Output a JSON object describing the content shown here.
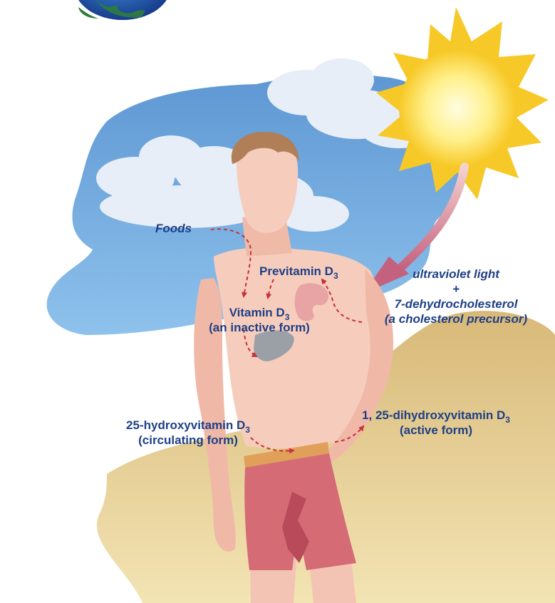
{
  "labels": {
    "foods": "Foods",
    "previtamin": "Previtamin D",
    "previtamin_sub": "3",
    "vitamin_d3_line1": "Vitamin D",
    "vitamin_d3_line1_sub": "3",
    "vitamin_d3_line2": "(an inactive form)",
    "uv_line1": "ultraviolet light",
    "uv_plus": "+",
    "uv_line2": "7-dehydrocholesterol",
    "uv_line3": "(a cholesterol precursor)",
    "hydroxy_line1": "25-hydroxyvitamin D",
    "hydroxy_line1_sub": "3",
    "hydroxy_line2": "(circulating form)",
    "dihydroxy_line1": "1, 25-dihydroxyvitamin D",
    "dihydroxy_line1_sub": "3",
    "dihydroxy_line2": "(active form)"
  },
  "colors": {
    "label_text": "#1f3f86",
    "arrow_dashed": "#c8303a",
    "sky": "#74a6da",
    "cloud": "#e7eef7",
    "sand": "#e7cf8e",
    "skin": "#f3c4b4",
    "hair": "#b07f58",
    "shorts": "#d46b75",
    "waistband": "#e0a05a",
    "liver": "#9aa0a6",
    "kidney": "#e8a4a4",
    "sun": "#fbd43a",
    "uv_arrow": "#c66f86"
  },
  "icons": [
    "earth-icon",
    "sun-icon",
    "liver-icon",
    "kidney-icon"
  ]
}
